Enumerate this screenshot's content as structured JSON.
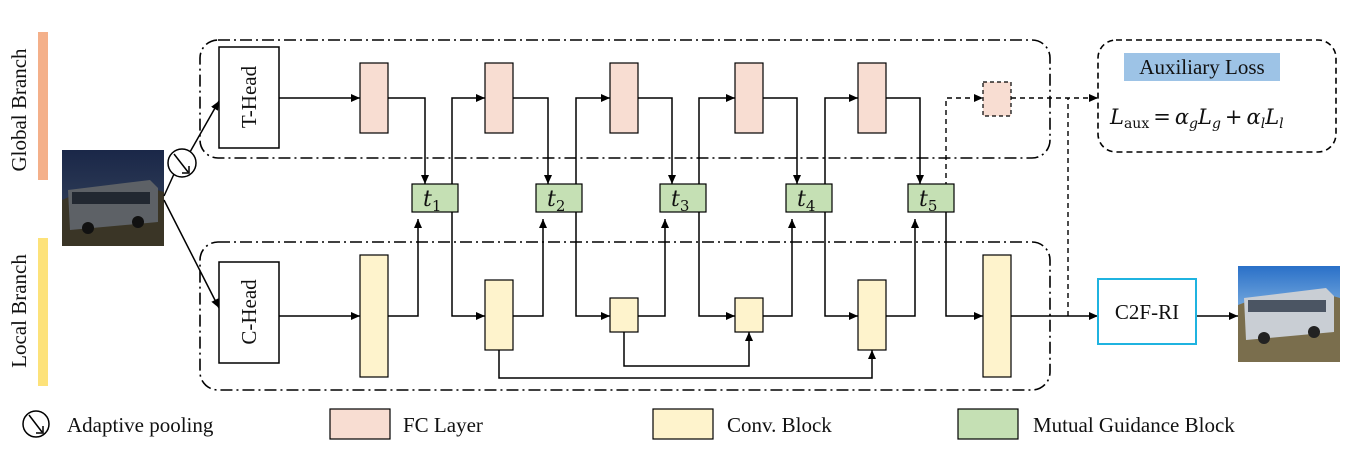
{
  "branches": {
    "global_label": "Global Branch",
    "local_label": "Local Branch",
    "global_color": "#f4b08a",
    "local_color": "#fde27a"
  },
  "heads": {
    "t_head": "T-Head",
    "c_head": "C-Head"
  },
  "guidance": {
    "blocks": [
      {
        "base": "t",
        "sub": "1"
      },
      {
        "base": "t",
        "sub": "2"
      },
      {
        "base": "t",
        "sub": "3"
      },
      {
        "base": "t",
        "sub": "4"
      },
      {
        "base": "t",
        "sub": "5"
      }
    ]
  },
  "auxiliary": {
    "title": "Auxiliary Loss",
    "formula": {
      "lhs_base": "L",
      "lhs_sub": "aux",
      "equals": "=",
      "alpha_g": "α",
      "alpha_g_sub": "g",
      "l_g": "L",
      "l_g_sub": "g",
      "plus": "+",
      "alpha_l": "α",
      "alpha_l_sub": "l",
      "l_l": "L",
      "l_l_sub": "l"
    }
  },
  "refine": {
    "label": "C2F-RI",
    "border_color": "#1fb3e0"
  },
  "legend": {
    "adaptive_pooling": "Adaptive pooling",
    "fc_layer": "FC Layer",
    "conv_block": "Conv. Block",
    "mutual_guidance": "Mutual Guidance Block"
  },
  "colors": {
    "fc": "#f8ddd2",
    "conv": "#fef3cc",
    "guidance": "#c5e0b4",
    "aux_highlight": "#9dc3e6"
  }
}
